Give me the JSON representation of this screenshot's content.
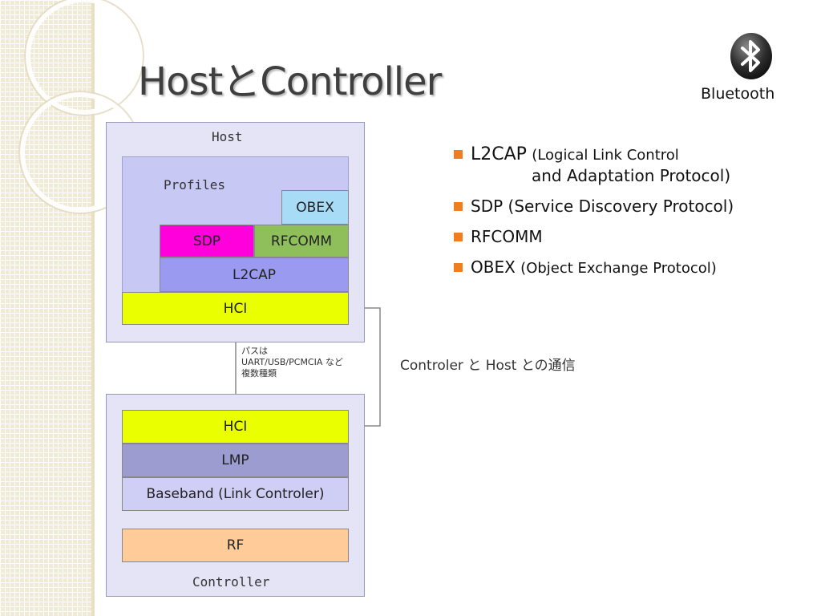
{
  "slide": {
    "title": "HostとController",
    "logo_label": "Bluetooth"
  },
  "diagram": {
    "host_label": "Host",
    "profiles_label": "Profiles",
    "obex": "OBEX",
    "sdp": "SDP",
    "rfcomm": "RFCOMM",
    "l2cap": "L2CAP",
    "hci_host": "HCI",
    "bus_note": [
      "パスは",
      "UART/USB/PCMCIA など",
      "複数種類"
    ],
    "comm_label": "Controler と Host との通信",
    "hci_controller": "HCI",
    "lmp": "LMP",
    "baseband": "Baseband (Link Controler)",
    "rf": "RF",
    "controller_label": "Controller"
  },
  "bullets": [
    {
      "main": "L2CAP",
      "detail": "(Logical Link Control",
      "detail_cont": "and Adaptation Protocol)"
    },
    {
      "main": "SDP (Service Discovery Protocol)"
    },
    {
      "main": "RFCOMM"
    },
    {
      "main": "OBEX",
      "detail": "(Object Exchange Protocol)"
    }
  ],
  "colors": {
    "accent_bullet": "#f07d1e",
    "sdp": "#ff00dc",
    "rfcomm": "#8fbf5a",
    "obex": "#a8dcf6",
    "l2cap": "#9a9af0",
    "hci": "#eaff00",
    "lmp": "#9c9cd0",
    "baseband": "#cfcff5",
    "rf": "#ffcc99"
  }
}
